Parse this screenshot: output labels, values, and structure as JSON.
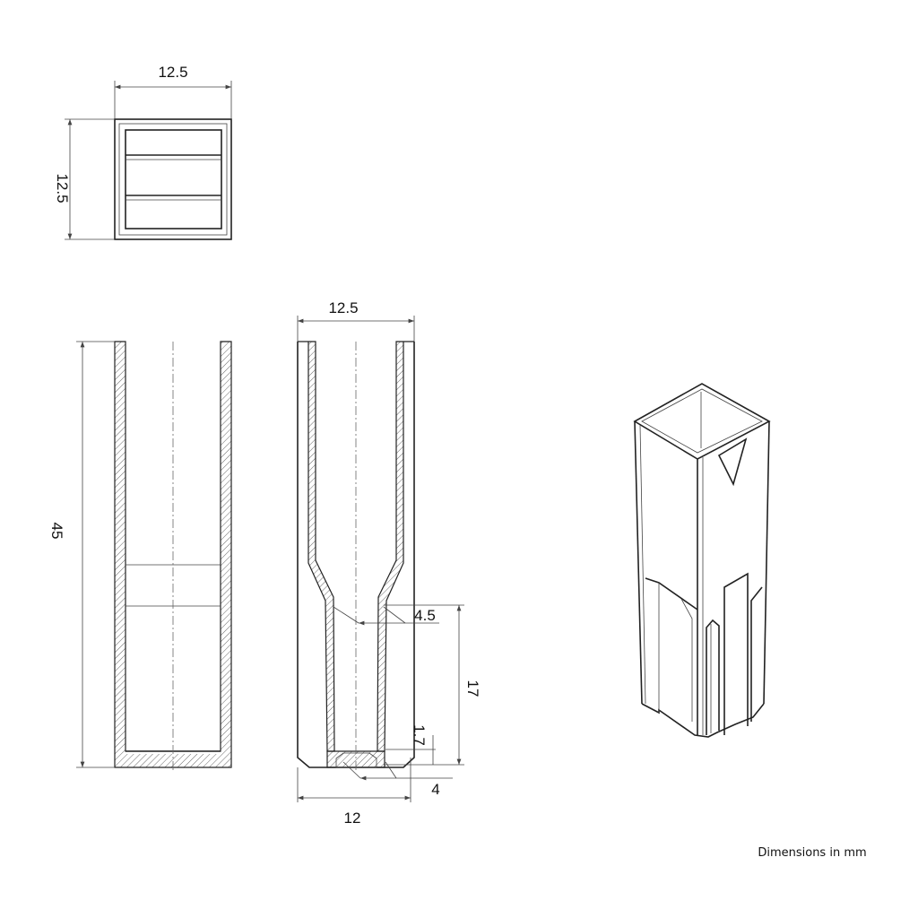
{
  "top_view": {
    "width_label": "12.5",
    "depth_label": "12.5"
  },
  "side_view": {
    "height_label": "45"
  },
  "section_view": {
    "width_top_label": "12.5",
    "width_bottom_label": "12",
    "window_height_label": "17",
    "window_width_label": "4.5",
    "base_thickness_label": "1.7",
    "base_width_label": "4"
  },
  "note": "Dimensions in mm"
}
